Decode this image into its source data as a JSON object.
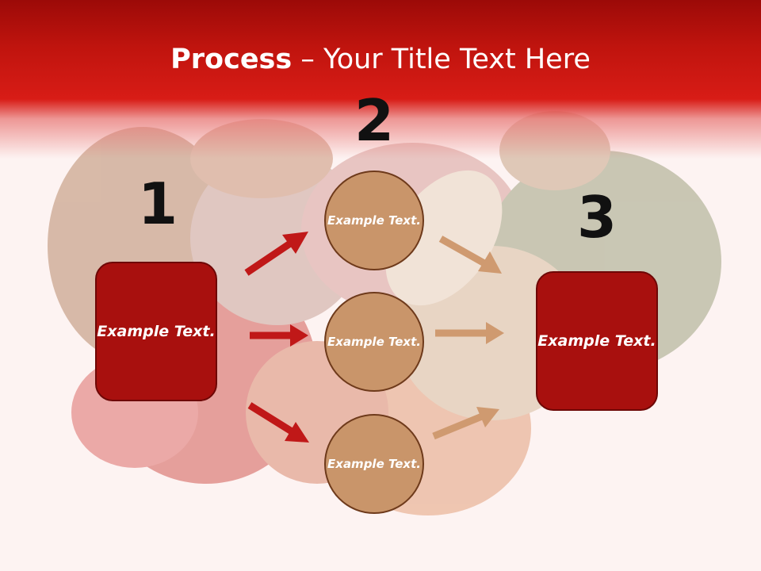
{
  "title": {
    "bold": "Process",
    "rest": " – Your Title Text Here"
  },
  "steps": [
    {
      "number": "1",
      "text": "Example Text."
    },
    {
      "number": "2"
    },
    {
      "number": "3",
      "text": "Example Text."
    }
  ],
  "circles": [
    {
      "text": "Example Text."
    },
    {
      "text": "Example Text."
    },
    {
      "text": "Example Text."
    }
  ],
  "colors": {
    "header": "#c0140e",
    "box": "#a8100e",
    "circle": "#c9956a",
    "red_arrow": "#c01818",
    "tan_arrow": "#cf9a70"
  }
}
